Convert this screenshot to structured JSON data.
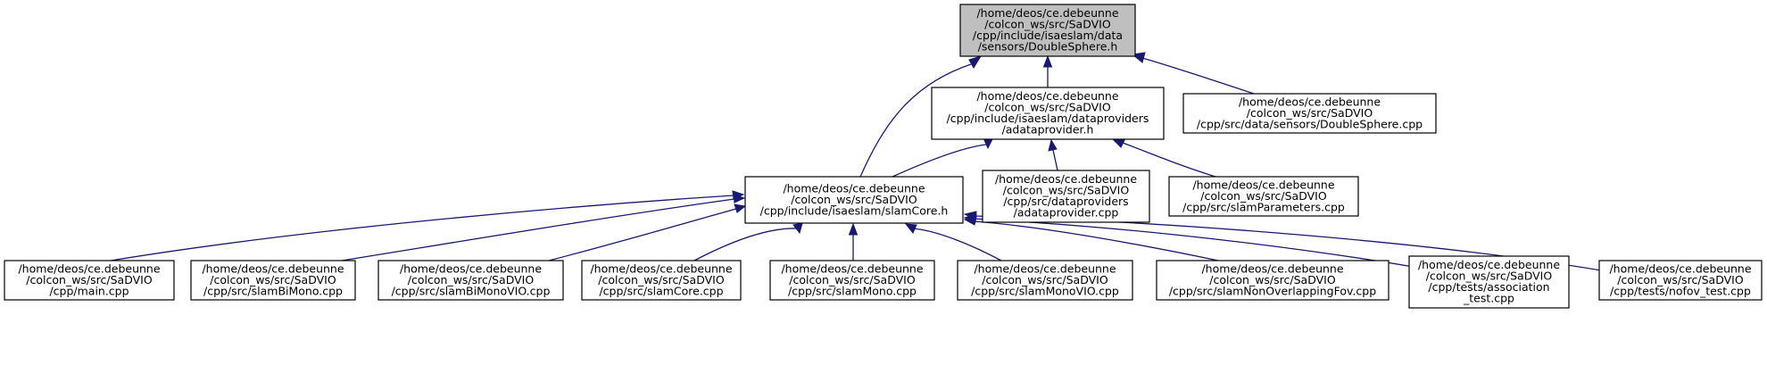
{
  "diagram": {
    "type": "include-dependency-graph",
    "colors": {
      "edge": "#191970",
      "root_fill": "#bfbfbf",
      "node_fill": "#ffffff",
      "border": "#000000"
    },
    "nodes": [
      {
        "id": "root",
        "lines": [
          "/home/deos/ce.debeunne",
          "/colcon_ws/src/SaDVIO",
          "/cpp/include/isaeslam/data",
          "/sensors/DoubleSphere.h"
        ]
      },
      {
        "id": "adataprovider_h",
        "lines": [
          "/home/deos/ce.debeunne",
          "/colcon_ws/src/SaDVIO",
          "/cpp/include/isaeslam/dataproviders",
          "/adataprovider.h"
        ]
      },
      {
        "id": "doublesphere_cpp",
        "lines": [
          "/home/deos/ce.debeunne",
          "/colcon_ws/src/SaDVIO",
          "/cpp/src/data/sensors/DoubleSphere.cpp"
        ]
      },
      {
        "id": "slamcore_h",
        "lines": [
          "/home/deos/ce.debeunne",
          "/colcon_ws/src/SaDVIO",
          "/cpp/include/isaeslam/slamCore.h"
        ]
      },
      {
        "id": "adataprovider_cpp",
        "lines": [
          "/home/deos/ce.debeunne",
          "/colcon_ws/src/SaDVIO",
          "/cpp/src/dataproviders",
          "/adataprovider.cpp"
        ]
      },
      {
        "id": "slamparameters_cpp",
        "lines": [
          "/home/deos/ce.debeunne",
          "/colcon_ws/src/SaDVIO",
          "/cpp/src/slamParameters.cpp"
        ]
      },
      {
        "id": "main_cpp",
        "lines": [
          "/home/deos/ce.debeunne",
          "/colcon_ws/src/SaDVIO",
          "/cpp/main.cpp"
        ]
      },
      {
        "id": "slambimono_cpp",
        "lines": [
          "/home/deos/ce.debeunne",
          "/colcon_ws/src/SaDVIO",
          "/cpp/src/slamBiMono.cpp"
        ]
      },
      {
        "id": "slambimonovio_cpp",
        "lines": [
          "/home/deos/ce.debeunne",
          "/colcon_ws/src/SaDVIO",
          "/cpp/src/slamBiMonoVIO.cpp"
        ]
      },
      {
        "id": "slamcore_cpp",
        "lines": [
          "/home/deos/ce.debeunne",
          "/colcon_ws/src/SaDVIO",
          "/cpp/src/slamCore.cpp"
        ]
      },
      {
        "id": "slammono_cpp",
        "lines": [
          "/home/deos/ce.debeunne",
          "/colcon_ws/src/SaDVIO",
          "/cpp/src/slamMono.cpp"
        ]
      },
      {
        "id": "slammonovio_cpp",
        "lines": [
          "/home/deos/ce.debeunne",
          "/colcon_ws/src/SaDVIO",
          "/cpp/src/slamMonoVIO.cpp"
        ]
      },
      {
        "id": "slamnonoverlapping_cpp",
        "lines": [
          "/home/deos/ce.debeunne",
          "/colcon_ws/src/SaDVIO",
          "/cpp/src/slamNonOverlappingFov.cpp"
        ]
      },
      {
        "id": "association_test_cpp",
        "lines": [
          "/home/deos/ce.debeunne",
          "/colcon_ws/src/SaDVIO",
          "/cpp/tests/association",
          "_test.cpp"
        ]
      },
      {
        "id": "nofov_test_cpp",
        "lines": [
          "/home/deos/ce.debeunne",
          "/colcon_ws/src/SaDVIO",
          "/cpp/tests/nofov_test.cpp"
        ]
      }
    ],
    "edges": [
      {
        "from": "adataprovider_h",
        "to": "root"
      },
      {
        "from": "doublesphere_cpp",
        "to": "root"
      },
      {
        "from": "slamcore_h",
        "to": "root"
      },
      {
        "from": "slamcore_h",
        "to": "adataprovider_h"
      },
      {
        "from": "adataprovider_cpp",
        "to": "adataprovider_h"
      },
      {
        "from": "slamparameters_cpp",
        "to": "adataprovider_h"
      },
      {
        "from": "main_cpp",
        "to": "slamcore_h"
      },
      {
        "from": "slambimono_cpp",
        "to": "slamcore_h"
      },
      {
        "from": "slambimonovio_cpp",
        "to": "slamcore_h"
      },
      {
        "from": "slamcore_cpp",
        "to": "slamcore_h"
      },
      {
        "from": "slammono_cpp",
        "to": "slamcore_h"
      },
      {
        "from": "slammonovio_cpp",
        "to": "slamcore_h"
      },
      {
        "from": "slamnonoverlapping_cpp",
        "to": "slamcore_h"
      },
      {
        "from": "association_test_cpp",
        "to": "slamcore_h"
      },
      {
        "from": "nofov_test_cpp",
        "to": "slamcore_h"
      }
    ]
  }
}
